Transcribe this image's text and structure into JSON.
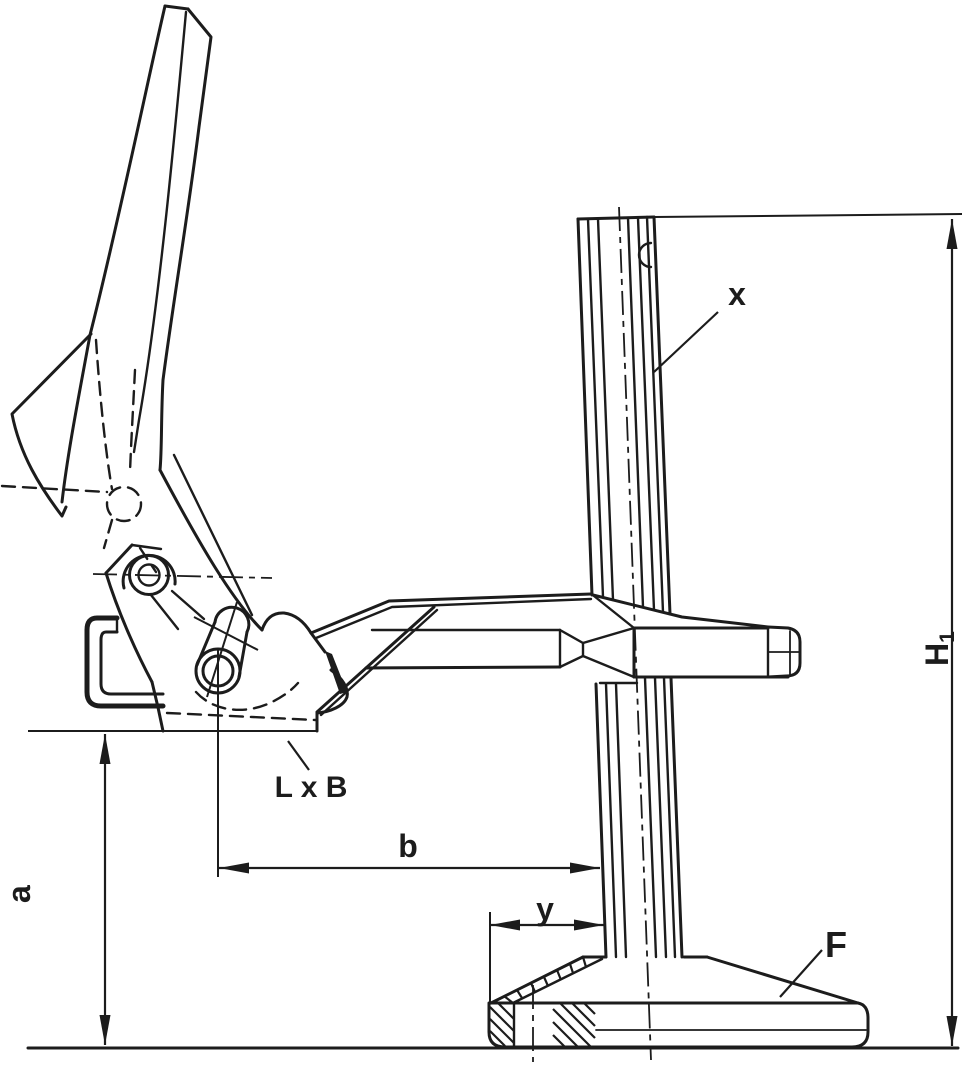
{
  "drawing": {
    "background": "#ffffff",
    "line_color": "#1c1c1c",
    "labels": {
      "rail": "x",
      "height_main": "H",
      "height_sub": "1",
      "clamp_height": "a",
      "reach": "b",
      "base_offset": "y",
      "base": "F",
      "pad": "L x B"
    }
  }
}
